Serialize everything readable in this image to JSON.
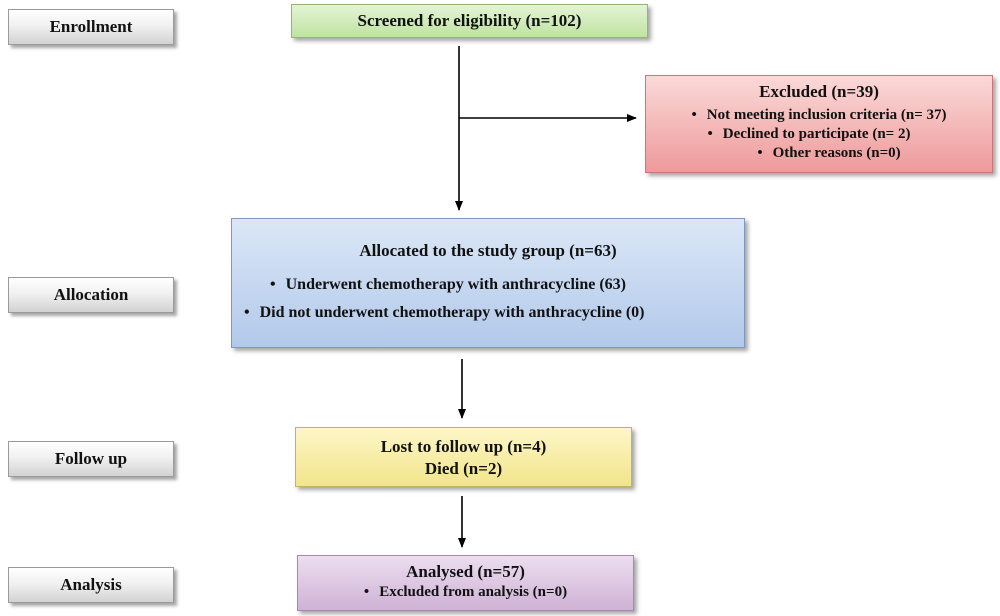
{
  "stages": {
    "enrollment": "Enrollment",
    "allocation": "Allocation",
    "follow_up": "Follow up",
    "analysis": "Analysis"
  },
  "screened": {
    "title": "Screened for eligibility (n=102)"
  },
  "excluded": {
    "title": "Excluded (n=39)",
    "items": [
      "Not meeting inclusion  criteria  (n= 37)",
      "Declined to participate  (n= 2)",
      "Other reasons (n=0)"
    ]
  },
  "allocated": {
    "title": "Allocated to the study group (n=63)",
    "items": [
      "Underwent chemotherapy with anthracycline (63)",
      "Did not underwent chemotherapy with anthracycline (0)"
    ]
  },
  "follow_up": {
    "lines": [
      "Lost to follow up (n=4)",
      "Died (n=2)"
    ]
  },
  "analysed": {
    "title": "Analysed (n=57)",
    "items": [
      "Excluded from analysis (n=0)"
    ]
  },
  "bullet_symbol": "•",
  "colors": {
    "stage_fill": "#e6e6e6",
    "screened_fill": "#c9e8ad",
    "excluded_fill": "#f2a9a9",
    "allocated_fill": "#bcd1ee",
    "followup_fill": "#f6eb9e",
    "analysis_fill": "#d8bfdf"
  }
}
